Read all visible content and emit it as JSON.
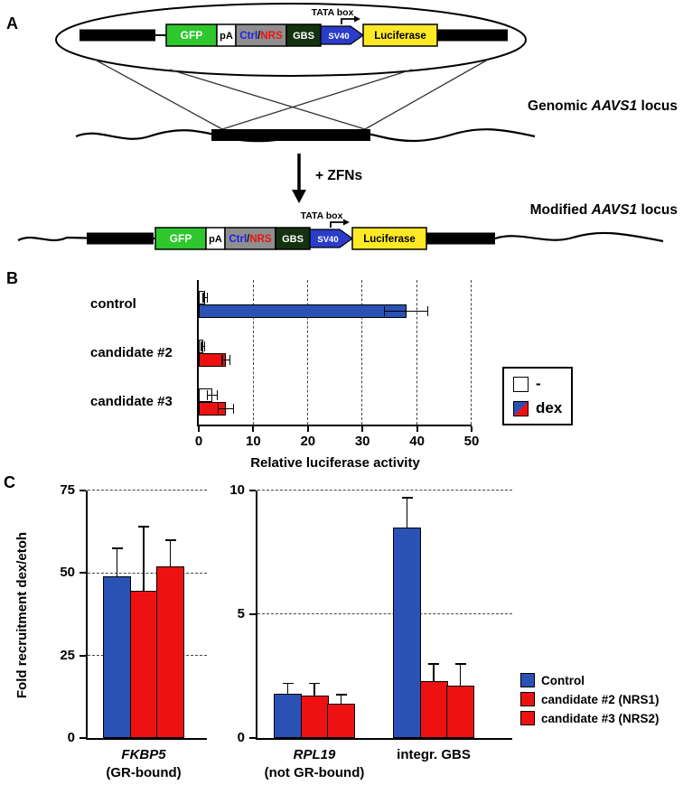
{
  "figure": {
    "panelA_label": "A",
    "panelB_label": "B",
    "panelC_label": "C"
  },
  "panelA": {
    "construct": {
      "gfp": "GFP",
      "pa": "pA",
      "ctrl": "Ctrl",
      "slash": "/",
      "nrs": "NRS",
      "gbs": "GBS",
      "sv40": "SV40",
      "tata": "TATA box",
      "luciferase": "Luciferase"
    },
    "genomic_label": {
      "pre": "Genomic ",
      "gene": "AAVS1",
      "post": " locus"
    },
    "zfns": "+ ZFNs",
    "modified_label": {
      "pre": "Modified ",
      "gene": "AAVS1",
      "post": " locus"
    }
  },
  "chart_data": [
    {
      "id": "panelB-luciferase",
      "type": "bar",
      "orientation": "horizontal",
      "xlabel": "Relative luciferase activity",
      "xlim": [
        0,
        50
      ],
      "xticks": [
        0,
        10,
        20,
        30,
        40,
        50
      ],
      "grid": "dashed-vertical",
      "categories": [
        "control",
        "candidate #2",
        "candidate #3"
      ],
      "series": [
        {
          "name": "-",
          "colors": [
            "#ffffff",
            "#ffffff",
            "#ffffff"
          ],
          "values": [
            1.2,
            0.8,
            2.5
          ],
          "errors": [
            0.4,
            0.3,
            0.9
          ]
        },
        {
          "name": "dex",
          "colors": [
            "#2a51b4",
            "#ee1111",
            "#ee1111"
          ],
          "values": [
            38,
            5,
            5
          ],
          "errors": [
            4,
            0.7,
            1.4
          ]
        }
      ],
      "legend": {
        "position": "right",
        "entries": [
          {
            "label": "-",
            "color": "#ffffff"
          },
          {
            "label": "dex",
            "color": [
              "#2a51b4",
              "#ee1111"
            ]
          }
        ]
      }
    },
    {
      "id": "panelC-left",
      "type": "bar",
      "orientation": "vertical",
      "ylabel": "Fold recruitment dex/etoh",
      "ylim": [
        0,
        75
      ],
      "yticks": [
        0,
        25,
        50,
        75
      ],
      "grid": "dashed-horizontal",
      "bar_colors": [
        "#2a51b4",
        "#ee1111",
        "#ee1111"
      ],
      "groups": [
        {
          "label": "FKBP5",
          "label_italic": true,
          "sublabel": "(GR-bound)",
          "values": [
            49,
            44.5,
            52
          ],
          "errors": [
            8.5,
            19.5,
            8
          ]
        }
      ]
    },
    {
      "id": "panelC-right",
      "type": "bar",
      "orientation": "vertical",
      "ylim": [
        0,
        10
      ],
      "yticks": [
        0,
        5,
        10
      ],
      "grid": "dashed-horizontal",
      "bar_colors": [
        "#2a51b4",
        "#ee1111",
        "#ee1111"
      ],
      "groups": [
        {
          "label": "RPL19",
          "label_italic": true,
          "sublabel": "(not GR-bound)",
          "values": [
            1.8,
            1.7,
            1.4
          ],
          "errors": [
            0.4,
            0.5,
            0.35
          ]
        },
        {
          "label": "integr. GBS",
          "label_italic": false,
          "sublabel": "",
          "values": [
            8.5,
            2.3,
            2.1
          ],
          "errors": [
            1.2,
            0.7,
            0.9
          ]
        }
      ],
      "legend": {
        "position": "right",
        "entries": [
          {
            "label": "Control",
            "color": "#2a51b4"
          },
          {
            "label": "candidate #2 (NRS1)",
            "color": "#ee1111"
          },
          {
            "label": "candidate #3 (NRS2)",
            "color": "#ee1111"
          }
        ]
      }
    }
  ]
}
